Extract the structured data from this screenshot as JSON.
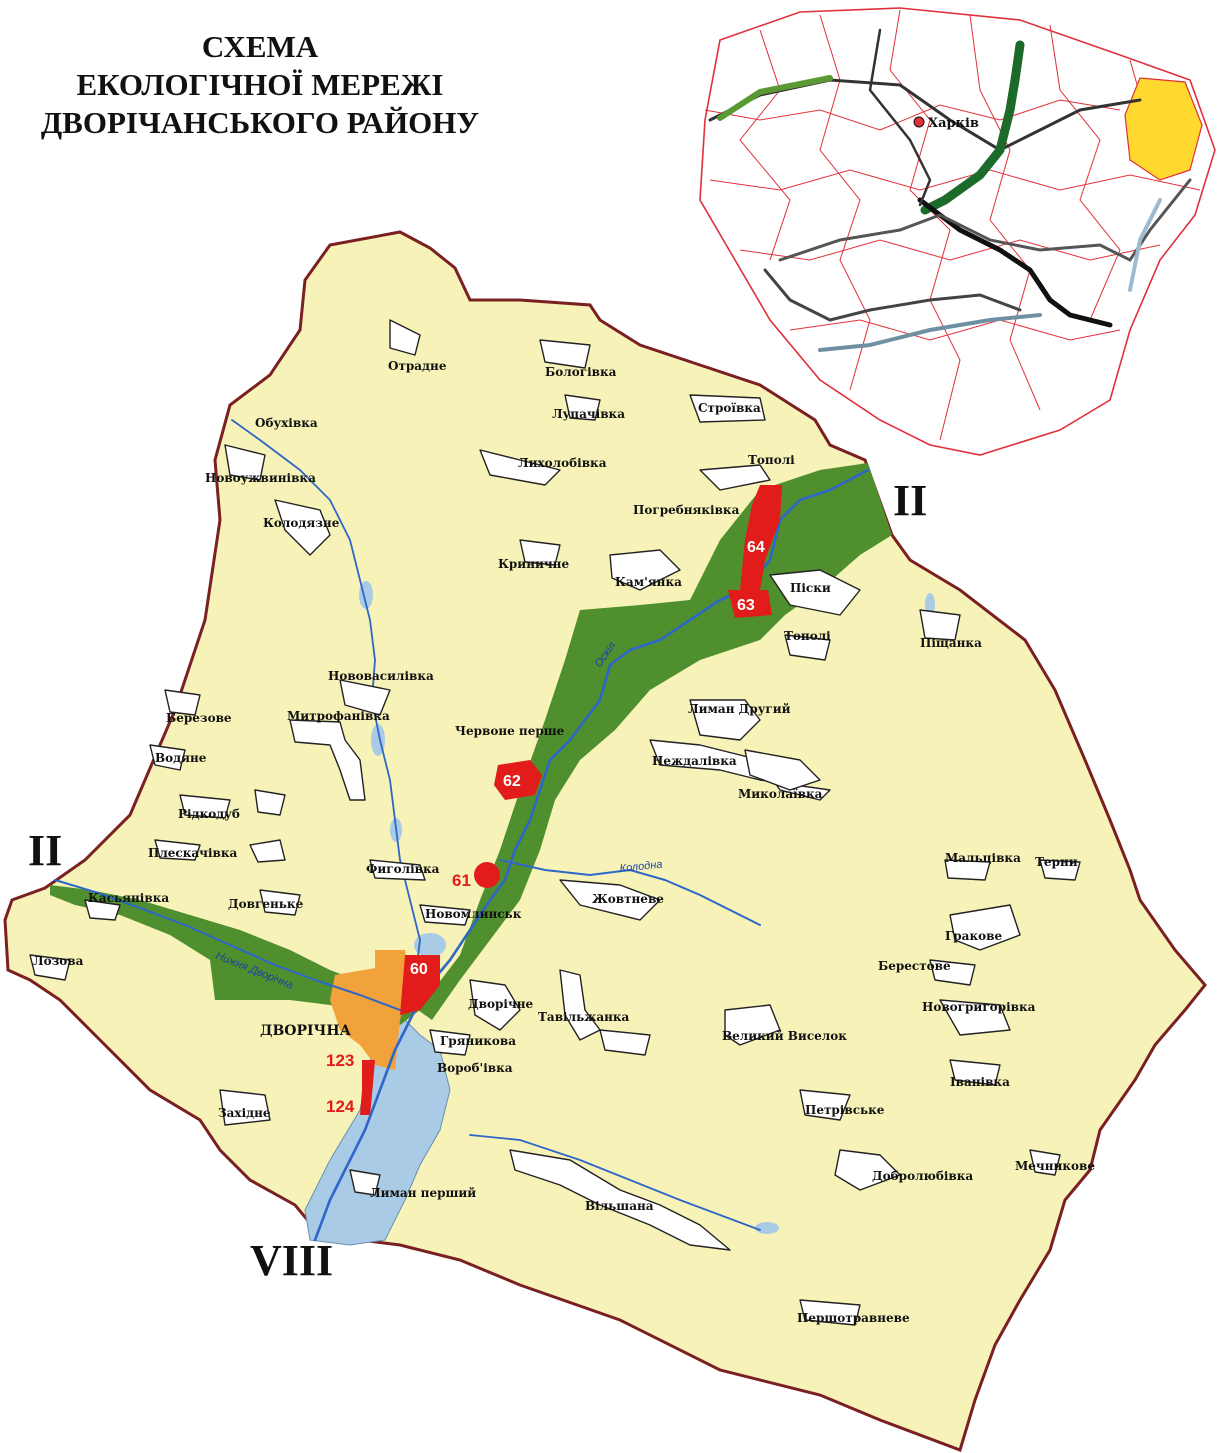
{
  "title": {
    "line1": "СХЕМА",
    "line2": "ЕКОЛОГІЧНОЇ МЕРЕЖІ",
    "line3": "ДВОРІЧАНСЬКОГО РАЙОНУ"
  },
  "inset": {
    "city": "Харків"
  },
  "corridors": {
    "east": "II",
    "west": "II",
    "south": "VIII"
  },
  "rivers": {
    "oskil": "Оскіл",
    "kolodna": "Колодна",
    "nyzhnia_dvorichna": "Нижня Дворічна"
  },
  "sites": [
    "60",
    "61",
    "62",
    "63",
    "64",
    "123",
    "124"
  ],
  "district_center": "ДВОРІЧНА",
  "settlements": {
    "otradne": "Отрадне",
    "bolohivka": "Бологівка",
    "lupachivka": "Лупачівка",
    "stroivka": "Строївка",
    "obukhivka": "Обухівка",
    "topoli1": "Тополі",
    "lykholobivka": "Лихолобівка",
    "novouzhvynivka": "Новоужвинівка",
    "pohrebniakivka": "Погребняківка",
    "kolodiazne": "Колодязне",
    "krynychne": "Криничне",
    "kamianka": "Кам'янка",
    "pisky": "Піски",
    "topoli2": "Тополі",
    "pishchanka": "Піщанка",
    "novovasylivka": "Нововасилівка",
    "berezove": "Березове",
    "mytrofanivka": "Митрофанівка",
    "chervone_pershe": "Червоне перше",
    "lyman_druhyi": "Лиман Другий",
    "vodiane": "Водяне",
    "nezhdanivka": "Неждалівка",
    "mykolaivka": "Миколаївка",
    "ridkodub": "Рідкодуб",
    "pleskachivka": "Плескачівка",
    "fyholivka": "Фиголівка",
    "maltsivka": "Мальцівка",
    "terny": "Терни",
    "kasianivka": "Касьянівка",
    "dovhenke": "Довгеньке",
    "novomlynsk": "Новомлинськ",
    "zhovtneve": "Жовтневе",
    "hrakove": "Гракове",
    "lozova": "Лозова",
    "berestove": "Берестове",
    "dvorichne": "Дворічне",
    "tavilzhanka": "Тавільжанка",
    "novohryhorivka": "Новогригорівка",
    "hriannykova": "Гряникова",
    "velykyi_vyselok": "Великий Виселок",
    "vorobivka": "Вороб'івка",
    "ivanivka": "Іванівка",
    "zakhidne": "Західне",
    "petrivske": "Петрівське",
    "mechnikove": "Мечникове",
    "dobroliubivka": "Добролюбівка",
    "lyman_pershyi": "Лиман перший",
    "vilshana": "Вільшана",
    "pershotravneve": "Першотравневе"
  },
  "colors": {
    "district_fill": "#f7f3b8",
    "corridor_green": "#4f8f2e",
    "site_red": "#e21b1b",
    "center_orange": "#f2a23a",
    "water": "#a9cbe6",
    "river": "#2e66c9",
    "inset_highlight": "#ffd92e",
    "inset_border": "#e0303a"
  }
}
